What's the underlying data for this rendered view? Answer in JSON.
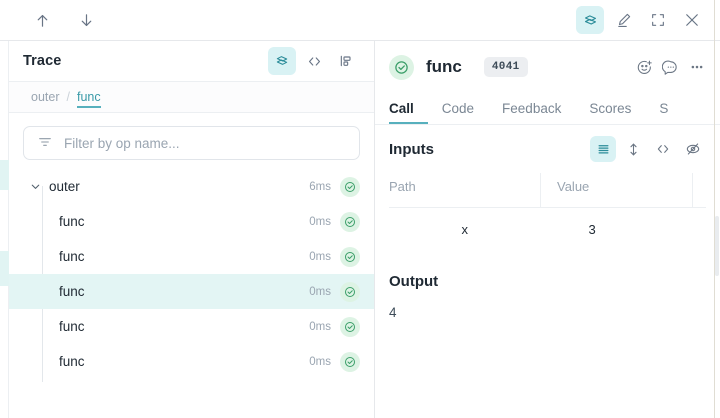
{
  "topbar": {
    "nav_up_icon": "arrow-up-icon",
    "nav_down_icon": "arrow-down-icon",
    "actions": [
      {
        "icon": "layers-icon",
        "active": true
      },
      {
        "icon": "highlighter-pen-icon",
        "active": false
      },
      {
        "icon": "expand-fullscreen-icon",
        "active": false
      },
      {
        "icon": "close-x-icon",
        "active": false
      }
    ]
  },
  "trace": {
    "title": "Trace",
    "header_icons": [
      {
        "icon": "layers-icon",
        "active": true
      },
      {
        "icon": "code-brackets-icon",
        "active": false
      },
      {
        "icon": "gantt-chart-icon",
        "active": false
      }
    ],
    "breadcrumb": {
      "items": [
        "outer",
        "func"
      ],
      "separator": "/",
      "current_index": 1
    },
    "filter": {
      "placeholder": "Filter by op name...",
      "value": "",
      "icon": "filter-icon"
    },
    "rows": [
      {
        "label": "outer",
        "duration": "6ms",
        "depth": 0,
        "expanded": true,
        "selected": false,
        "status": "success"
      },
      {
        "label": "func",
        "duration": "0ms",
        "depth": 1,
        "expanded": false,
        "selected": false,
        "status": "success"
      },
      {
        "label": "func",
        "duration": "0ms",
        "depth": 1,
        "expanded": false,
        "selected": false,
        "status": "success"
      },
      {
        "label": "func",
        "duration": "0ms",
        "depth": 1,
        "expanded": false,
        "selected": true,
        "status": "success"
      },
      {
        "label": "func",
        "duration": "0ms",
        "depth": 1,
        "expanded": false,
        "selected": false,
        "status": "success"
      },
      {
        "label": "func",
        "duration": "0ms",
        "depth": 1,
        "expanded": false,
        "selected": false,
        "status": "success"
      }
    ]
  },
  "detail": {
    "status": "success",
    "title": "func",
    "badge": "4041",
    "header_icons": [
      {
        "icon": "emoji-add-icon"
      },
      {
        "icon": "comment-bubble-icon"
      },
      {
        "icon": "more-horizontal-icon"
      }
    ],
    "tabs": [
      {
        "label": "Call",
        "active": true
      },
      {
        "label": "Code",
        "active": false
      },
      {
        "label": "Feedback",
        "active": false
      },
      {
        "label": "Scores",
        "active": false
      },
      {
        "label": "S",
        "active": false
      }
    ],
    "inputs": {
      "title": "Inputs",
      "view_icons": [
        {
          "icon": "list-view-icon",
          "active": true
        },
        {
          "icon": "expand-vertical-icon",
          "active": false
        },
        {
          "icon": "code-brackets-icon",
          "active": false
        },
        {
          "icon": "eye-off-icon",
          "active": false
        }
      ],
      "columns": [
        "Path",
        "Value"
      ],
      "rows": [
        {
          "path": "x",
          "value": "3"
        }
      ]
    },
    "output": {
      "title": "Output",
      "value": "4"
    }
  },
  "colors": {
    "accent": "#57b0bd",
    "accent_bg": "#d9f2f4",
    "selected_row": "#e3f5f4",
    "success": "#2f9e5e",
    "success_bg": "#ddf3e4",
    "muted": "#9aa5b1",
    "border": "#e6e8eb"
  }
}
